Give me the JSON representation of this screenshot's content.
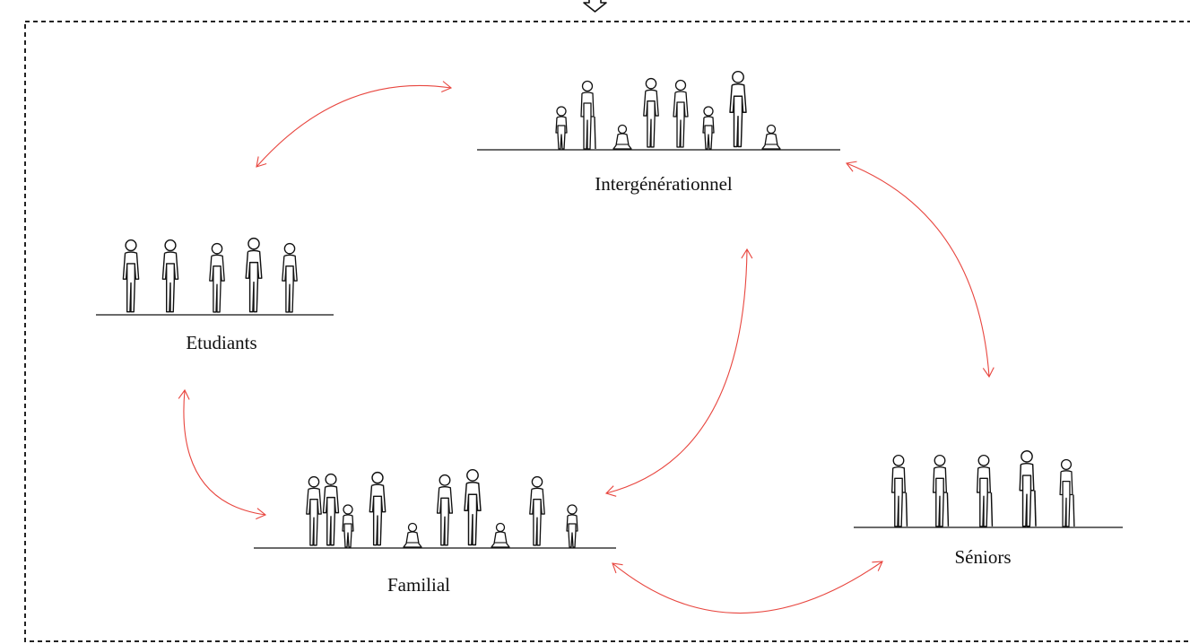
{
  "groups": {
    "intergenerationnel": {
      "label": "Intergénérationnel"
    },
    "etudiants": {
      "label": "Etudiants"
    },
    "familial": {
      "label": "Familial"
    },
    "seniors": {
      "label": "Séniors"
    }
  },
  "colors": {
    "arrow": "#e8463f",
    "frame": "#222222",
    "figure_stroke": "#111111"
  },
  "icons": {
    "top_connector": "hollow-down-arrow-icon",
    "people": "person-silhouette-icon"
  }
}
